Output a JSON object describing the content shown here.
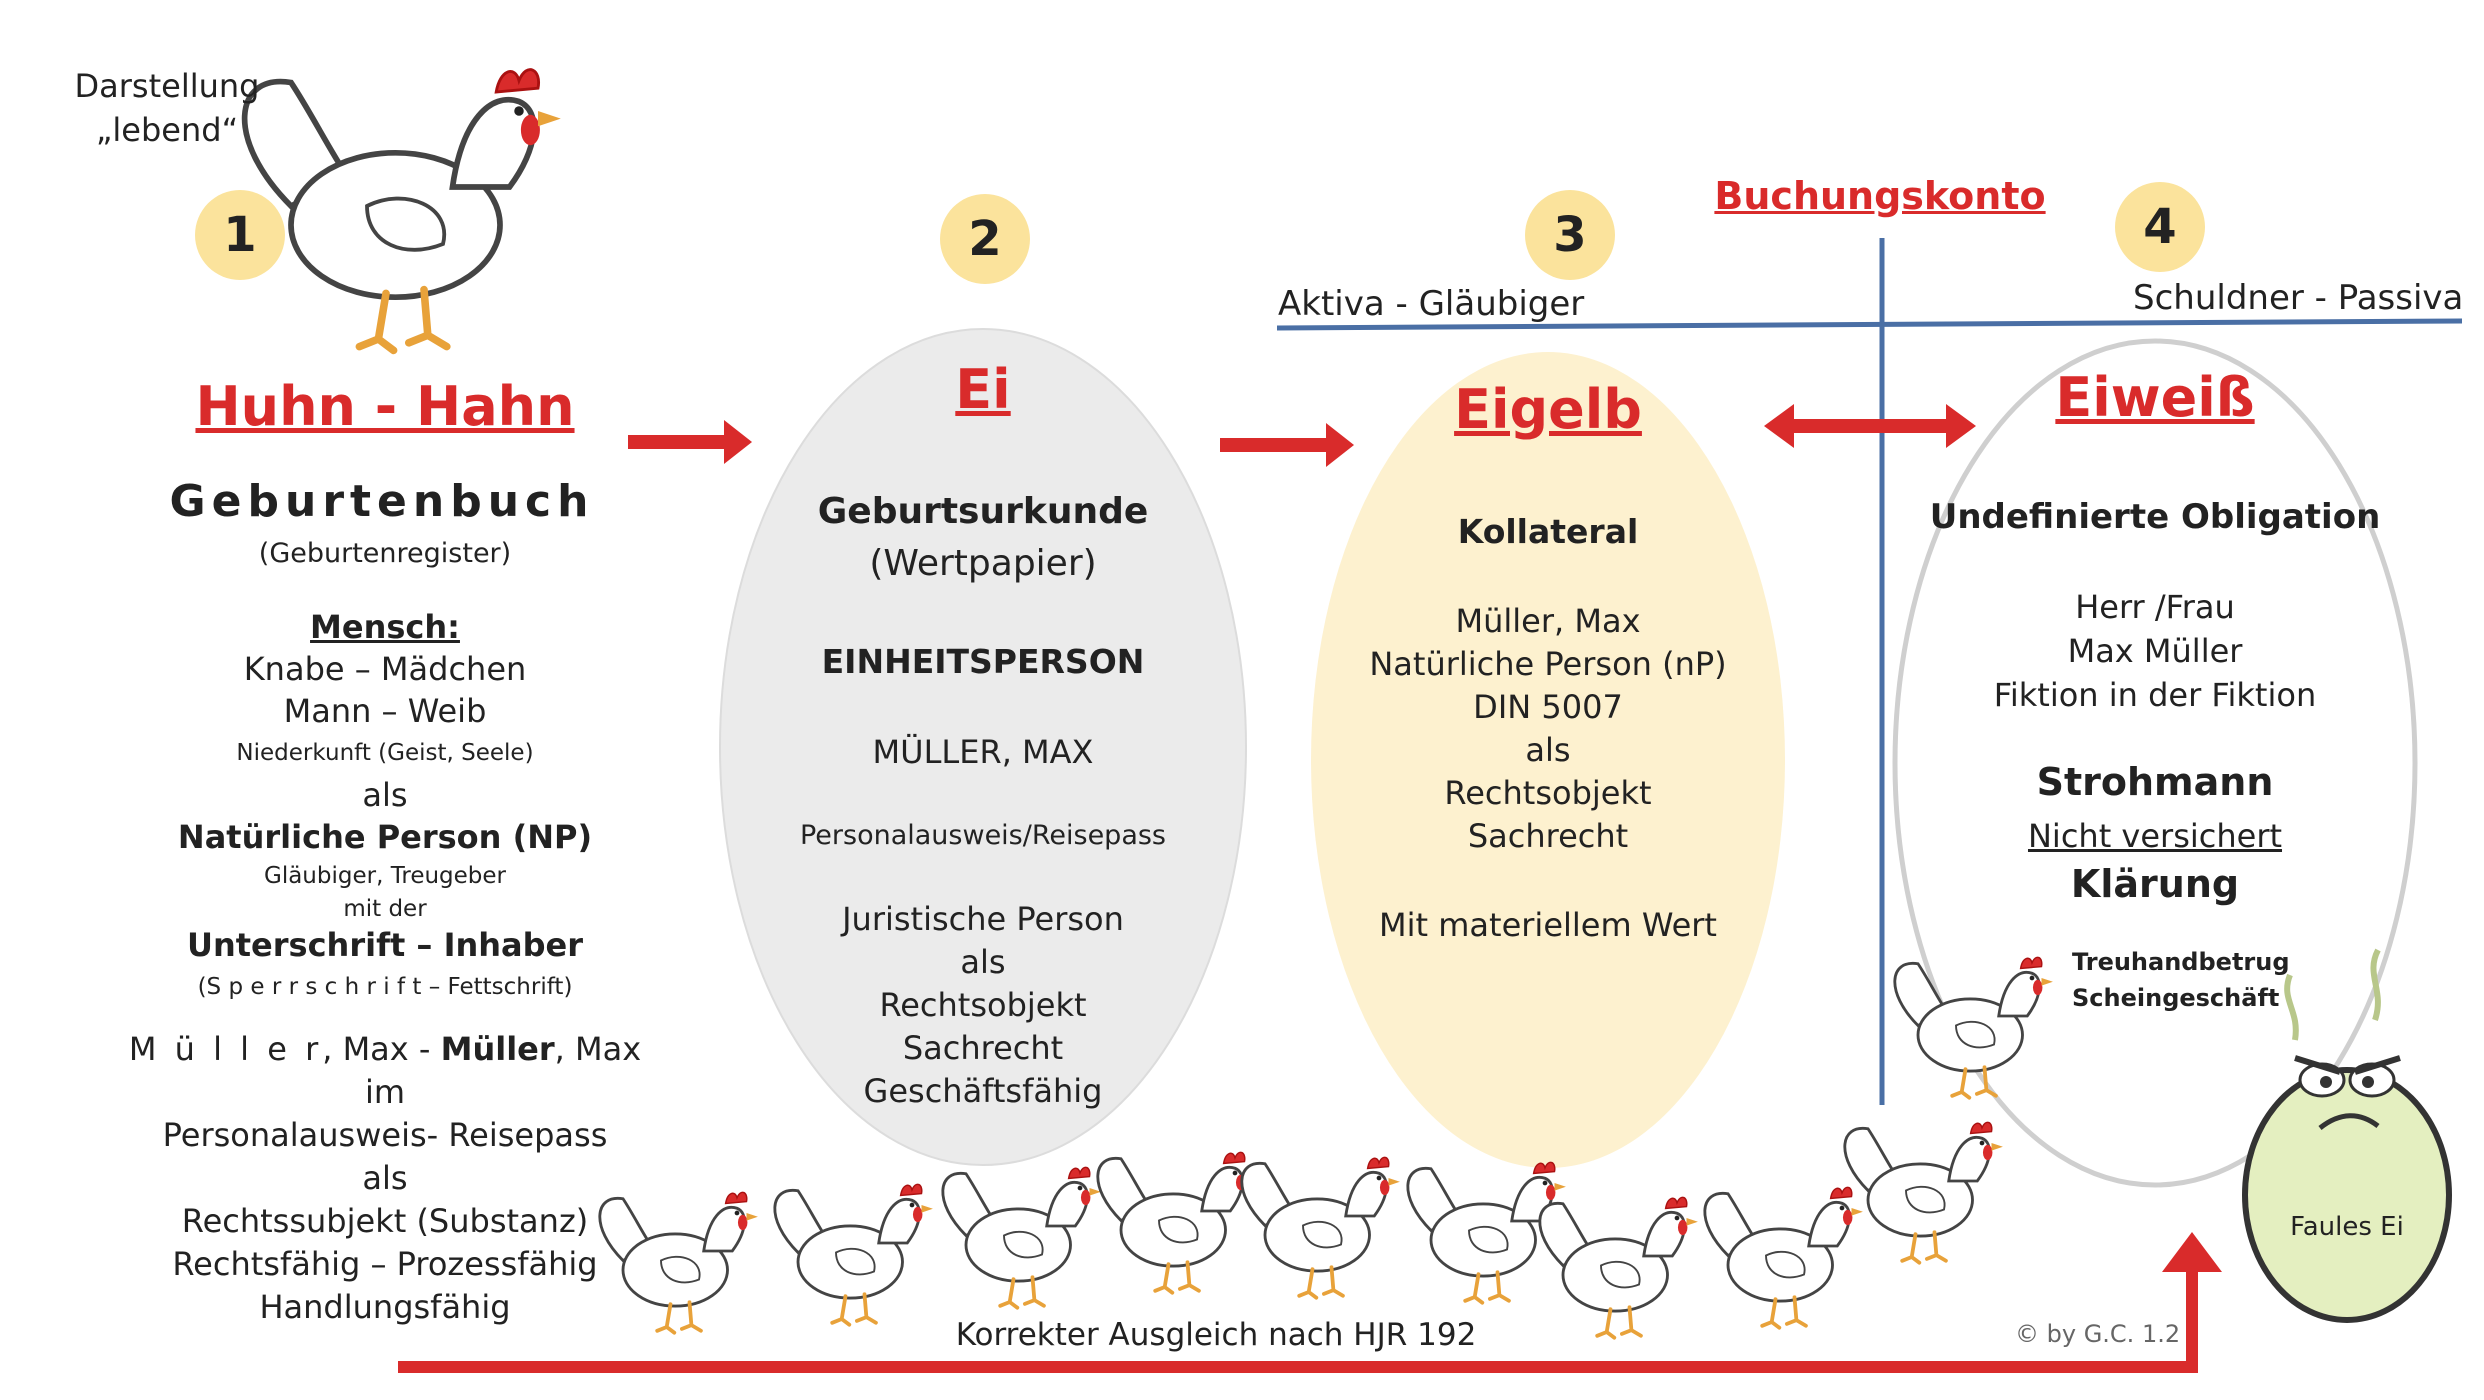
{
  "header": {
    "darstellung_line1": "Darstellung",
    "darstellung_line2": "„lebend“"
  },
  "steps": {
    "s1": "1",
    "s2": "2",
    "s3": "3",
    "s4": "4"
  },
  "ledger": {
    "title": "Buchungskonto",
    "left": "Aktiva - Gläubiger",
    "right": "Schuldner - Passiva"
  },
  "col1": {
    "title": "Huhn - Hahn",
    "heading": "Geburtenbuch",
    "sub": "(Geburtenregister)",
    "mensch": "Mensch:",
    "l1": "Knabe – Mädchen",
    "l2": "Mann – Weib",
    "l3": "Niederkunft (Geist, Seele)",
    "l4": "als",
    "l5": "Natürliche Person (NP)",
    "l6": "Gläubiger, Treugeber",
    "l7": "mit der",
    "l8": "Unterschrift – Inhaber",
    "l9a": "(S p e r r s c h r i f t",
    "l9b": " – Fettschrift)",
    "n1": "M ü l l e r",
    "n2": ", Max - ",
    "n3": "Müller",
    "n4": ", Max",
    "l10": "im",
    "l11": "Personalausweis- Reisepass",
    "l12": "als",
    "l13": "Rechtssubjekt (Substanz)",
    "l14": "Rechtsfähig – Prozessfähig",
    "l15": "Handlungsfähig"
  },
  "col2": {
    "title": "Ei",
    "l1": "Geburtsurkunde",
    "l2": "(Wertpapier)",
    "l3": "EINHEITSPERSON",
    "l4": "MÜLLER, MAX",
    "l5": "Personalausweis/Reisepass",
    "l6": "Juristische Person",
    "l7": "als",
    "l8": "Rechtsobjekt",
    "l9": "Sachrecht",
    "l10": "Geschäftsfähig"
  },
  "col3": {
    "title": "Eigelb",
    "l1": "Kollateral",
    "l2": "Müller, Max",
    "l3": "Natürliche Person (nP)",
    "l4": "DIN 5007",
    "l5": "als",
    "l6": "Rechtsobjekt",
    "l7": "Sachrecht",
    "l8": "Mit materiellem Wert"
  },
  "col4": {
    "title": "Eiweiß",
    "l1": "Undefinierte Obligation",
    "l2": "Herr /Frau",
    "l3": "Max Müller",
    "l4": "Fiktion in der Fiktion",
    "l5": "Strohmann",
    "l6": "Nicht versichert",
    "l7": "Klärung",
    "l8": "Treuhandbetrug",
    "l9": "Scheingeschäft"
  },
  "footer": {
    "bottom_text": "Korrekter Ausgleich nach HJR 192",
    "bad_egg": "Faules Ei",
    "copyright": "© by G.C. 1.2"
  },
  "colors": {
    "accent_red": "#d92b2b",
    "badge_yellow": "#fbe39c",
    "egg_gray": "#ebebeb",
    "yolk": "#fdf1cf",
    "ledger_blue": "#4a6fa5",
    "bad_egg_green": "#e4efc0"
  },
  "icons": [
    "hen-icon",
    "rotten-egg-icon",
    "arrow-right-icon",
    "double-arrow-icon"
  ]
}
